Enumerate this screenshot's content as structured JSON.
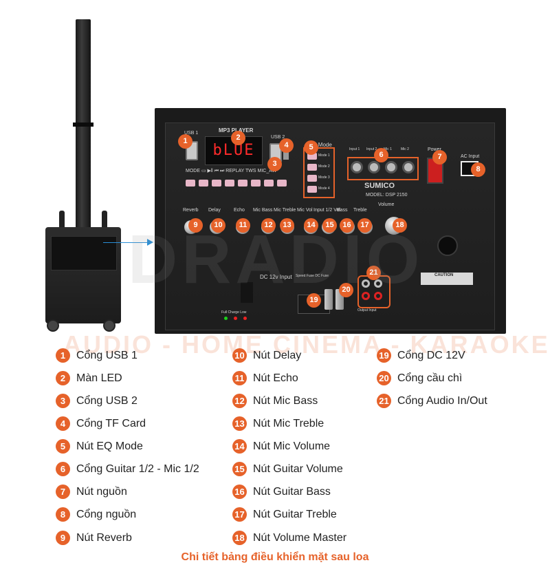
{
  "image": {
    "panel": {
      "led_text": "bLUE",
      "labels": {
        "mp3_player": "MP3 PLAYER",
        "usb1": "USB 1",
        "usb2": "USB 2",
        "eq_mode": "EQ Mode",
        "power": "Power",
        "ac_input": "AC Input",
        "brand": "SUMICO",
        "model": "MODEL: DSP 2150",
        "dc_input": "DC 12v Input",
        "fuse_labels": "Speed Fuse  DC Fuse",
        "full_charge": "Full  Charge  Low",
        "output_input": "Output   Input",
        "caution": "CAUTION"
      },
      "buttons_label": "MODE  ▭  ▶‖  ⏮  ⏭  REPLAY  TWS  MIC_AW",
      "eq_modes": [
        "Mode 1",
        "Mode 2",
        "Mode 3",
        "Mode 4"
      ],
      "jack_labels": [
        "Input 1",
        "Input 2",
        "Mic 1",
        "Mic 2"
      ],
      "knob_labels": [
        "Reverb",
        "Delay",
        "Echo",
        "Mic Bass",
        "Mic Treble",
        "Mic Vol",
        "Input 1/2 Vol",
        "Bass",
        "Treble",
        "Volume"
      ],
      "badges": [
        "1",
        "2",
        "3",
        "4",
        "5",
        "6",
        "7",
        "8",
        "9",
        "10",
        "11",
        "12",
        "13",
        "14",
        "15",
        "16",
        "17",
        "18",
        "19",
        "20",
        "21"
      ]
    },
    "watermark": {
      "big": "DRADIO",
      "line": "AUDIO - HOME CINEMA - KARAOKE"
    }
  },
  "legend": [
    {
      "num": "1",
      "text": "Cổng USB 1"
    },
    {
      "num": "2",
      "text": "Màn LED"
    },
    {
      "num": "3",
      "text": "Cổng USB 2"
    },
    {
      "num": "4",
      "text": "Cổng TF Card"
    },
    {
      "num": "5",
      "text": "Nút EQ Mode"
    },
    {
      "num": "6",
      "text": "Cổng Guitar 1/2 - Mic 1/2"
    },
    {
      "num": "7",
      "text": "Nút nguồn"
    },
    {
      "num": "8",
      "text": "Cổng nguồn"
    },
    {
      "num": "9",
      "text": "Nút Reverb"
    },
    {
      "num": "10",
      "text": "Nút Delay"
    },
    {
      "num": "11",
      "text": "Nút Echo"
    },
    {
      "num": "12",
      "text": "Nút Mic Bass"
    },
    {
      "num": "13",
      "text": "Nút Mic Treble"
    },
    {
      "num": "14",
      "text": "Nút Mic Volume"
    },
    {
      "num": "15",
      "text": "Nút Guitar Volume"
    },
    {
      "num": "16",
      "text": "Nút Guitar Bass"
    },
    {
      "num": "17",
      "text": "Nút Guitar Treble"
    },
    {
      "num": "18",
      "text": "Nút Volume Master"
    },
    {
      "num": "19",
      "text": "Cổng DC 12V"
    },
    {
      "num": "20",
      "text": "Cổng cầu chì"
    },
    {
      "num": "21",
      "text": "Cổng Audio In/Out"
    }
  ],
  "caption": "Chi tiết bảng điều khiển mặt sau loa",
  "colors": {
    "accent": "#e6622a",
    "callout": "#2a8fd6",
    "panel": "#1b1b1b"
  }
}
